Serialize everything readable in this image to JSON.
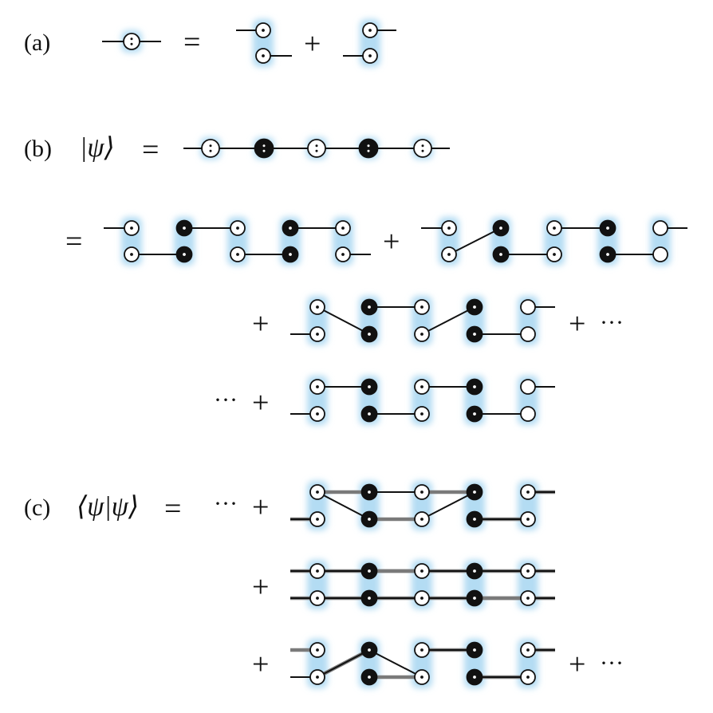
{
  "labels": {
    "a": "(a)",
    "b": "(b)",
    "c": "(c)"
  },
  "expressions": {
    "psi_ket": "|ψ⟩",
    "norm": "⟨ψ|ψ⟩",
    "equals": "=",
    "plus": "+",
    "dots": "···"
  },
  "colors": {
    "glow": "#b3dcf3",
    "line": "#111111",
    "overlap_line": "#7a7a7a"
  }
}
